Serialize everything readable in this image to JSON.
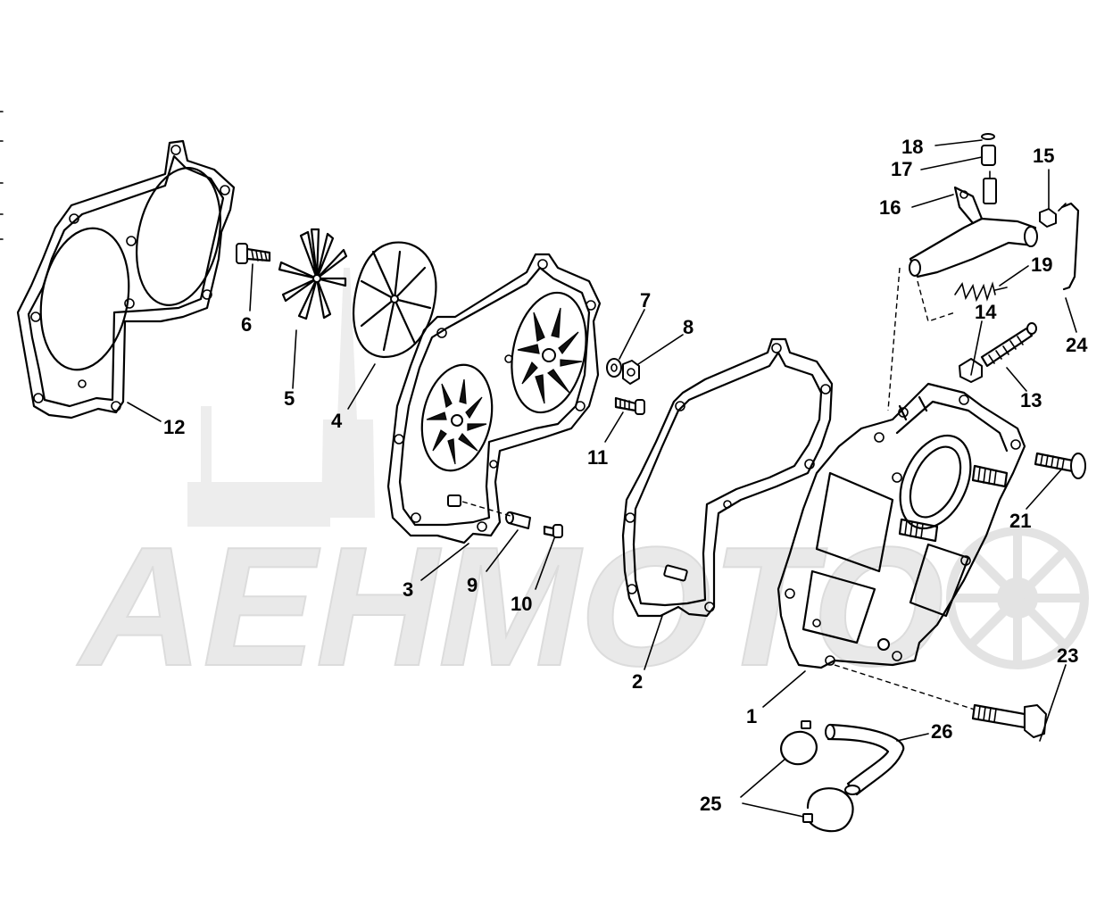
{
  "watermark": {
    "text": "AEHMOTO",
    "color": "#e6e6e6"
  },
  "colors": {
    "line": "#000000",
    "background": "#ffffff"
  },
  "parts": [
    {
      "id": "part-1",
      "label": "1"
    },
    {
      "id": "part-2",
      "label": "2"
    },
    {
      "id": "part-3",
      "label": "3"
    },
    {
      "id": "part-4",
      "label": "4"
    },
    {
      "id": "part-5",
      "label": "5"
    },
    {
      "id": "part-6",
      "label": "6"
    },
    {
      "id": "part-7",
      "label": "7"
    },
    {
      "id": "part-8",
      "label": "8"
    },
    {
      "id": "part-9",
      "label": "9"
    },
    {
      "id": "part-10",
      "label": "10"
    },
    {
      "id": "part-11",
      "label": "11"
    },
    {
      "id": "part-12",
      "label": "12"
    },
    {
      "id": "part-13",
      "label": "13"
    },
    {
      "id": "part-14",
      "label": "14"
    },
    {
      "id": "part-15",
      "label": "15"
    },
    {
      "id": "part-16",
      "label": "16"
    },
    {
      "id": "part-17",
      "label": "17"
    },
    {
      "id": "part-18",
      "label": "18"
    },
    {
      "id": "part-19",
      "label": "19"
    },
    {
      "id": "part-21",
      "label": "21"
    },
    {
      "id": "part-23",
      "label": "23"
    },
    {
      "id": "part-24",
      "label": "24"
    },
    {
      "id": "part-25",
      "label": "25"
    },
    {
      "id": "part-26",
      "label": "26"
    }
  ]
}
